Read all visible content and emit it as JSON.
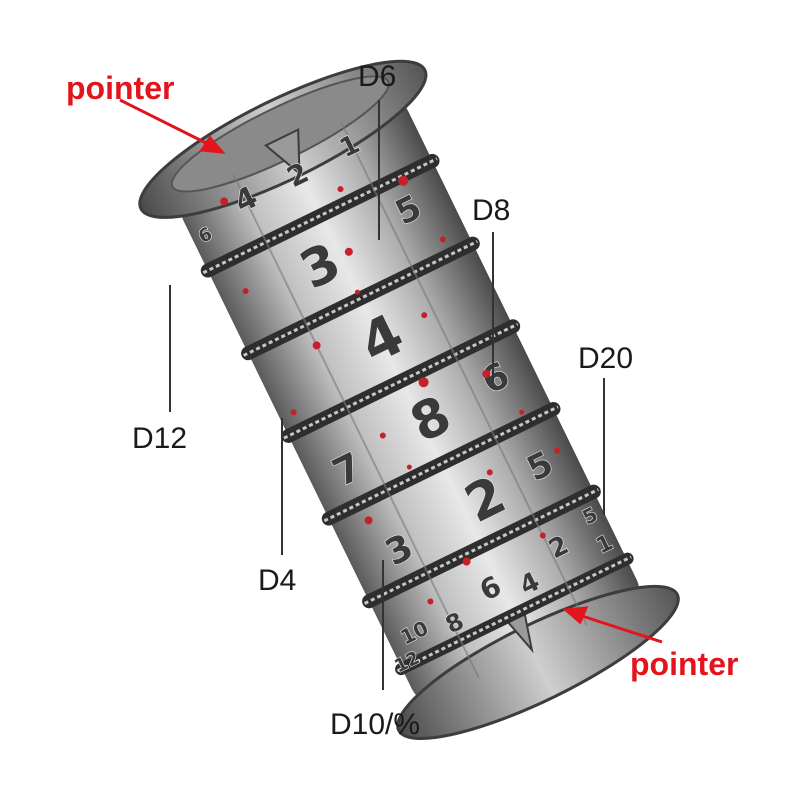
{
  "labels": {
    "d6": "D6",
    "d8": "D8",
    "d12": "D12",
    "d20": "D20",
    "d4": "D4",
    "d10": "D10/%",
    "pointer_top": "pointer",
    "pointer_bottom": "pointer"
  },
  "face_numbers": {
    "cap_top_a": "4",
    "cap_top_b": "2",
    "cap_top_c": "1",
    "cap_top_d": "6",
    "d12_a": "3",
    "d12_b": "5",
    "d4_a": "4",
    "d8_a": "8",
    "d8_b": "6",
    "d8_c": "7",
    "d20_a": "2",
    "d20_b": "5",
    "d20_c": "3",
    "d20_d": "2",
    "d20_e": "5",
    "d20_f": "1",
    "d10_a": "6",
    "d10_b": "4",
    "d10_c": "10",
    "d10_d": "8",
    "d10_e": "12"
  },
  "colors": {
    "pointer_red": "#e3141b",
    "leader_line": "#333333",
    "metal_light": "#d9d9d9",
    "metal_dark": "#4d4d4d",
    "splatter": "#c8202a"
  }
}
